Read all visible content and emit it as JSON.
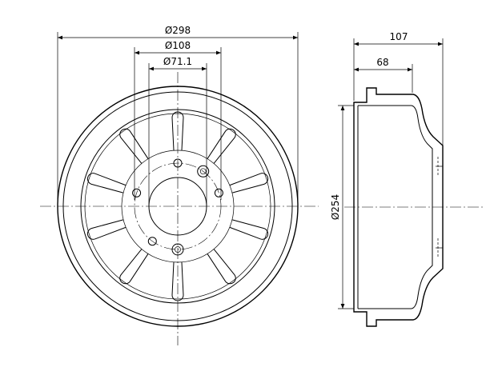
{
  "front_view": {
    "dimensions": {
      "outer_diameter": "Ø298",
      "bolt_circle_diameter": "Ø108",
      "center_bore_diameter": "Ø71.1"
    }
  },
  "side_view": {
    "dimensions": {
      "overall_depth": "107",
      "inner_depth": "68",
      "braking_surface_diameter": "Ø254"
    }
  },
  "colors": {
    "line": "#000000",
    "background": "#ffffff"
  }
}
